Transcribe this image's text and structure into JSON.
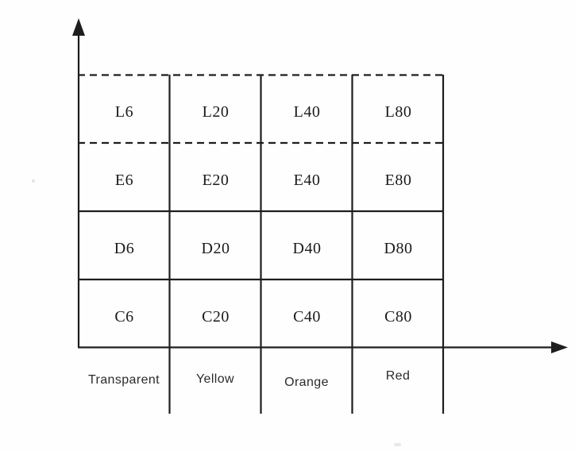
{
  "colors": {
    "line": "#1e1e1e",
    "cell_text": "#1b1b1b",
    "label_text": "#2b2b2b",
    "background": "#fefefe"
  },
  "axes": {
    "y_arrow_icon": "up-arrow",
    "x_arrow_icon": "right-arrow"
  },
  "grid": {
    "rows": [
      {
        "name": "L",
        "top_border": "dashed",
        "bottom_border": "dashed",
        "cells": [
          "L6",
          "L20",
          "L40",
          "L80"
        ]
      },
      {
        "name": "E",
        "top_border": "dashed",
        "bottom_border": "solid",
        "cells": [
          "E6",
          "E20",
          "E40",
          "E80"
        ]
      },
      {
        "name": "D",
        "top_border": "solid",
        "bottom_border": "solid",
        "cells": [
          "D6",
          "D20",
          "D40",
          "D80"
        ]
      },
      {
        "name": "C",
        "top_border": "solid",
        "bottom_border": "solid",
        "cells": [
          "C6",
          "C20",
          "C40",
          "C80"
        ]
      }
    ],
    "column_labels": [
      "Transparent",
      "Yellow",
      "Orange",
      "Red"
    ]
  }
}
